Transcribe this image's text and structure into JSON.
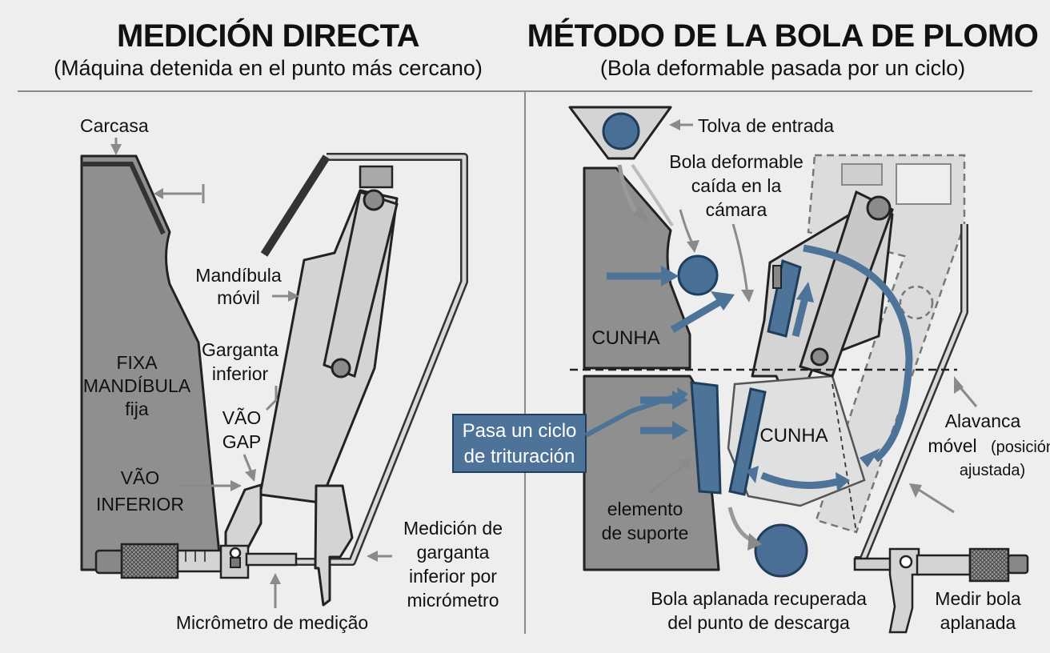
{
  "left": {
    "title": "MEDICIÓN DIRECTA",
    "subtitle": "(Máquina detenida en el punto más cercano)",
    "labels": {
      "carcasa": "Carcasa",
      "mandibula_movil_1": "Mandíbula",
      "mandibula_movil_2": "móvil",
      "garganta_1": "Garganta",
      "garganta_2": "inferior",
      "fija_1": "FIXA",
      "fija_2": "MANDÍBULA",
      "fija_3": "fija",
      "vao_gap_1": "VÃO",
      "vao_gap_2": "GAP",
      "vao_inferior_1": "VÃO",
      "vao_inferior_2": "INFERIOR",
      "medicion_1": "Medición de",
      "medicion_2": "garganta",
      "medicion_3": "inferior por",
      "medicion_4": "micrómetro",
      "micrometro": "Micrômetro de medição"
    }
  },
  "right": {
    "title": "MÉTODO DE LA BOLA DE PLOMO",
    "subtitle": "(Bola deformable pasada por un ciclo)",
    "labels": {
      "tolva": "Tolva de entrada",
      "bola_caida_1": "Bola deformable",
      "bola_caida_2": "caída en la",
      "bola_caida_3": "cámara",
      "cunha_top": "CUNHA",
      "cunha_bottom": "CUNHA",
      "pasa_ciclo_1": "Pasa un ciclo",
      "pasa_ciclo_2": "de trituración",
      "elemento_1": "elemento",
      "elemento_2": "de suporte",
      "alavanca_1": "Alavanca",
      "alavanca_2a": "móvel",
      "alavanca_2b": "(posición",
      "alavanca_3": "ajustada)",
      "bola_aplanada_1": "Bola aplanada recuperada",
      "bola_aplanada_2": "del punto de descarga",
      "medir_1": "Medir bola",
      "medir_2": "aplanada"
    }
  },
  "colors": {
    "accent_blue": "#4d7398",
    "housing_gray": "#8f8f8f",
    "background": "#eeeeee"
  }
}
